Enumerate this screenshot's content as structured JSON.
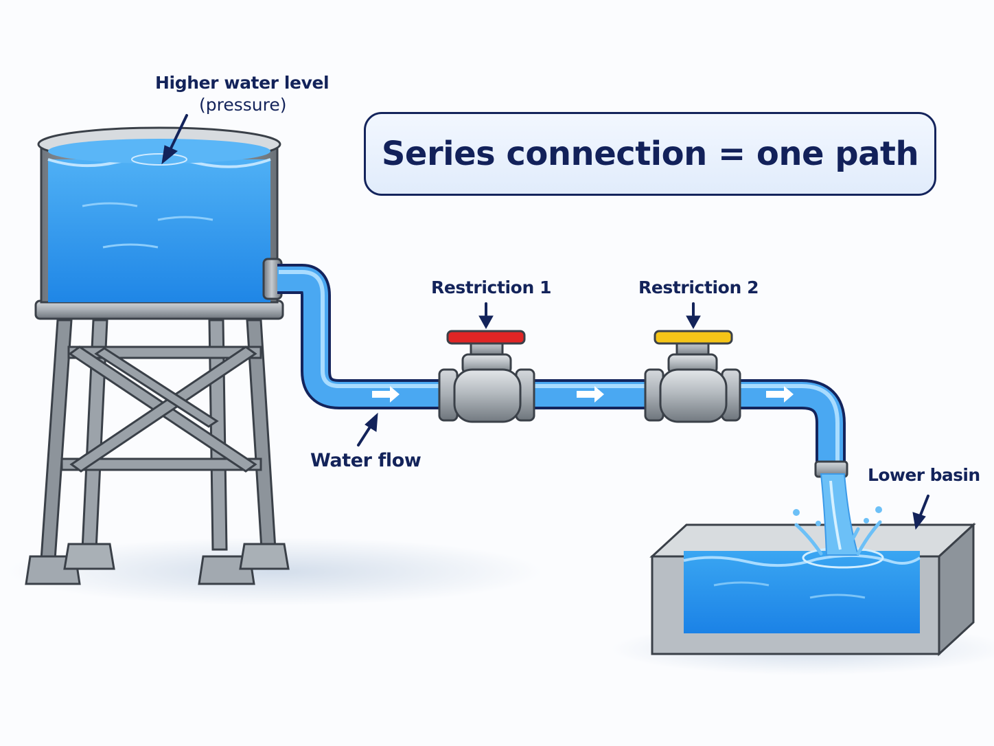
{
  "title": "Series connection = one path",
  "labels": {
    "tank_level_line1": "Higher water level",
    "tank_level_line2": "(pressure)",
    "restriction_1": "Restriction 1",
    "restriction_2": "Restriction 2",
    "water_flow": "Water flow",
    "lower_basin": "Lower basin"
  },
  "icons": {
    "flow_direction": "right-arrow-icon",
    "label_pointer": "arrow-pointer-icon"
  },
  "colors": {
    "label_text": "#13235a",
    "water": "#2c97ec",
    "pipe": "#4eaaf2",
    "steel": "#8f969e",
    "valve_1_handle": "#e02525",
    "valve_2_handle": "#f5c518",
    "title_box_border": "#14245c",
    "title_box_fill": "#e6f0fc"
  }
}
